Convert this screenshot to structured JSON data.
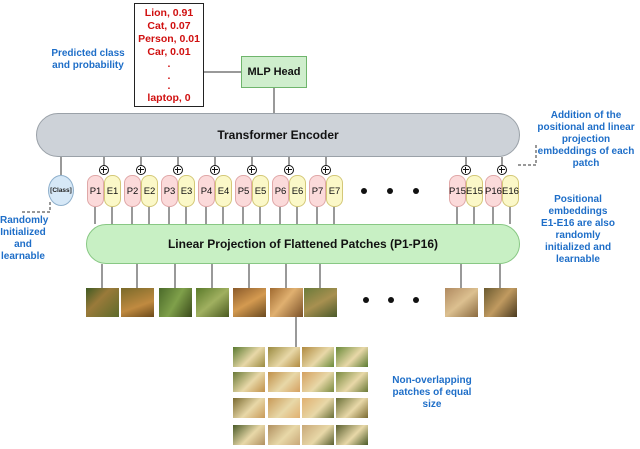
{
  "predictions": [
    "Lion, 0.91",
    "Cat, 0.07",
    "Person, 0.01",
    "Car, 0.01",
    ".",
    ".",
    ".",
    "laptop, 0"
  ],
  "labels": {
    "predicted": [
      "Predicted class",
      "and probability"
    ],
    "mlp_head": "MLP Head",
    "encoder": "Transformer Encoder",
    "addition": [
      "Addition of the",
      "positional and linear",
      "projection",
      "embeddings of each",
      "patch"
    ],
    "class_token": "[Class]",
    "random": [
      "Randomly",
      "Initialized",
      "and",
      "learnable"
    ],
    "positional": [
      "Positional",
      "embeddings",
      "E1-E16 are also",
      "randomly",
      "initialized and",
      "learnable"
    ],
    "linear": "Linear Projection of Flattened Patches (P1-P16)",
    "nonoverlap": [
      "Non-overlapping",
      "patches of equal",
      "size"
    ]
  },
  "tokens": [
    {
      "p": "P1",
      "e": "E1"
    },
    {
      "p": "P2",
      "e": "E2"
    },
    {
      "p": "P3",
      "e": "E3"
    },
    {
      "p": "P4",
      "e": "E4"
    },
    {
      "p": "P5",
      "e": "E5"
    },
    {
      "p": "P6",
      "e": "E6"
    },
    {
      "p": "P7",
      "e": "E7"
    },
    {
      "p": "P15",
      "e": "E15"
    },
    {
      "p": "P16",
      "e": "E16"
    }
  ],
  "colors": {
    "prediction_text": "#d01010",
    "annotation_text": "#1e6ec8",
    "encoder_fill": "#cdd2d8",
    "linear_fill": "#c8f0c4",
    "mlp_fill": "#cfeecd",
    "patch_fill": "#fbdada",
    "embedding_fill": "#fbf8c8",
    "class_fill": "#d6e8f7"
  }
}
